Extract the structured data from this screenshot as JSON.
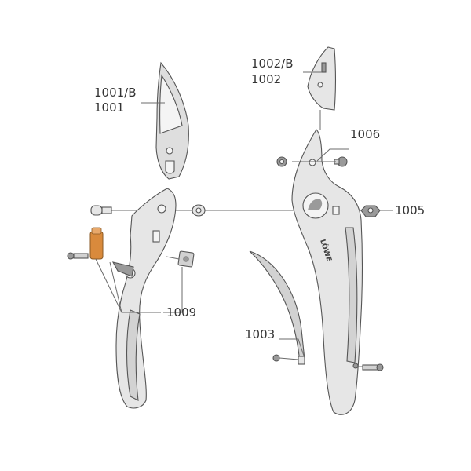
{
  "diagram": {
    "callouts": {
      "blade_left_top": "1001/B",
      "blade_left_bottom": "1001",
      "blade_right_top": "1002/B",
      "blade_right_bottom": "1002",
      "bolt_set": "1006",
      "pivot_nut": "1005",
      "spring": "1003",
      "fastener_set": "1009"
    },
    "brand_mark": "LÖWE",
    "colors": {
      "line": "#555555",
      "metal_light": "#e6e6e6",
      "metal_mid": "#d2d2d2",
      "accent_part": "#d98a3c",
      "text": "#333333"
    }
  }
}
